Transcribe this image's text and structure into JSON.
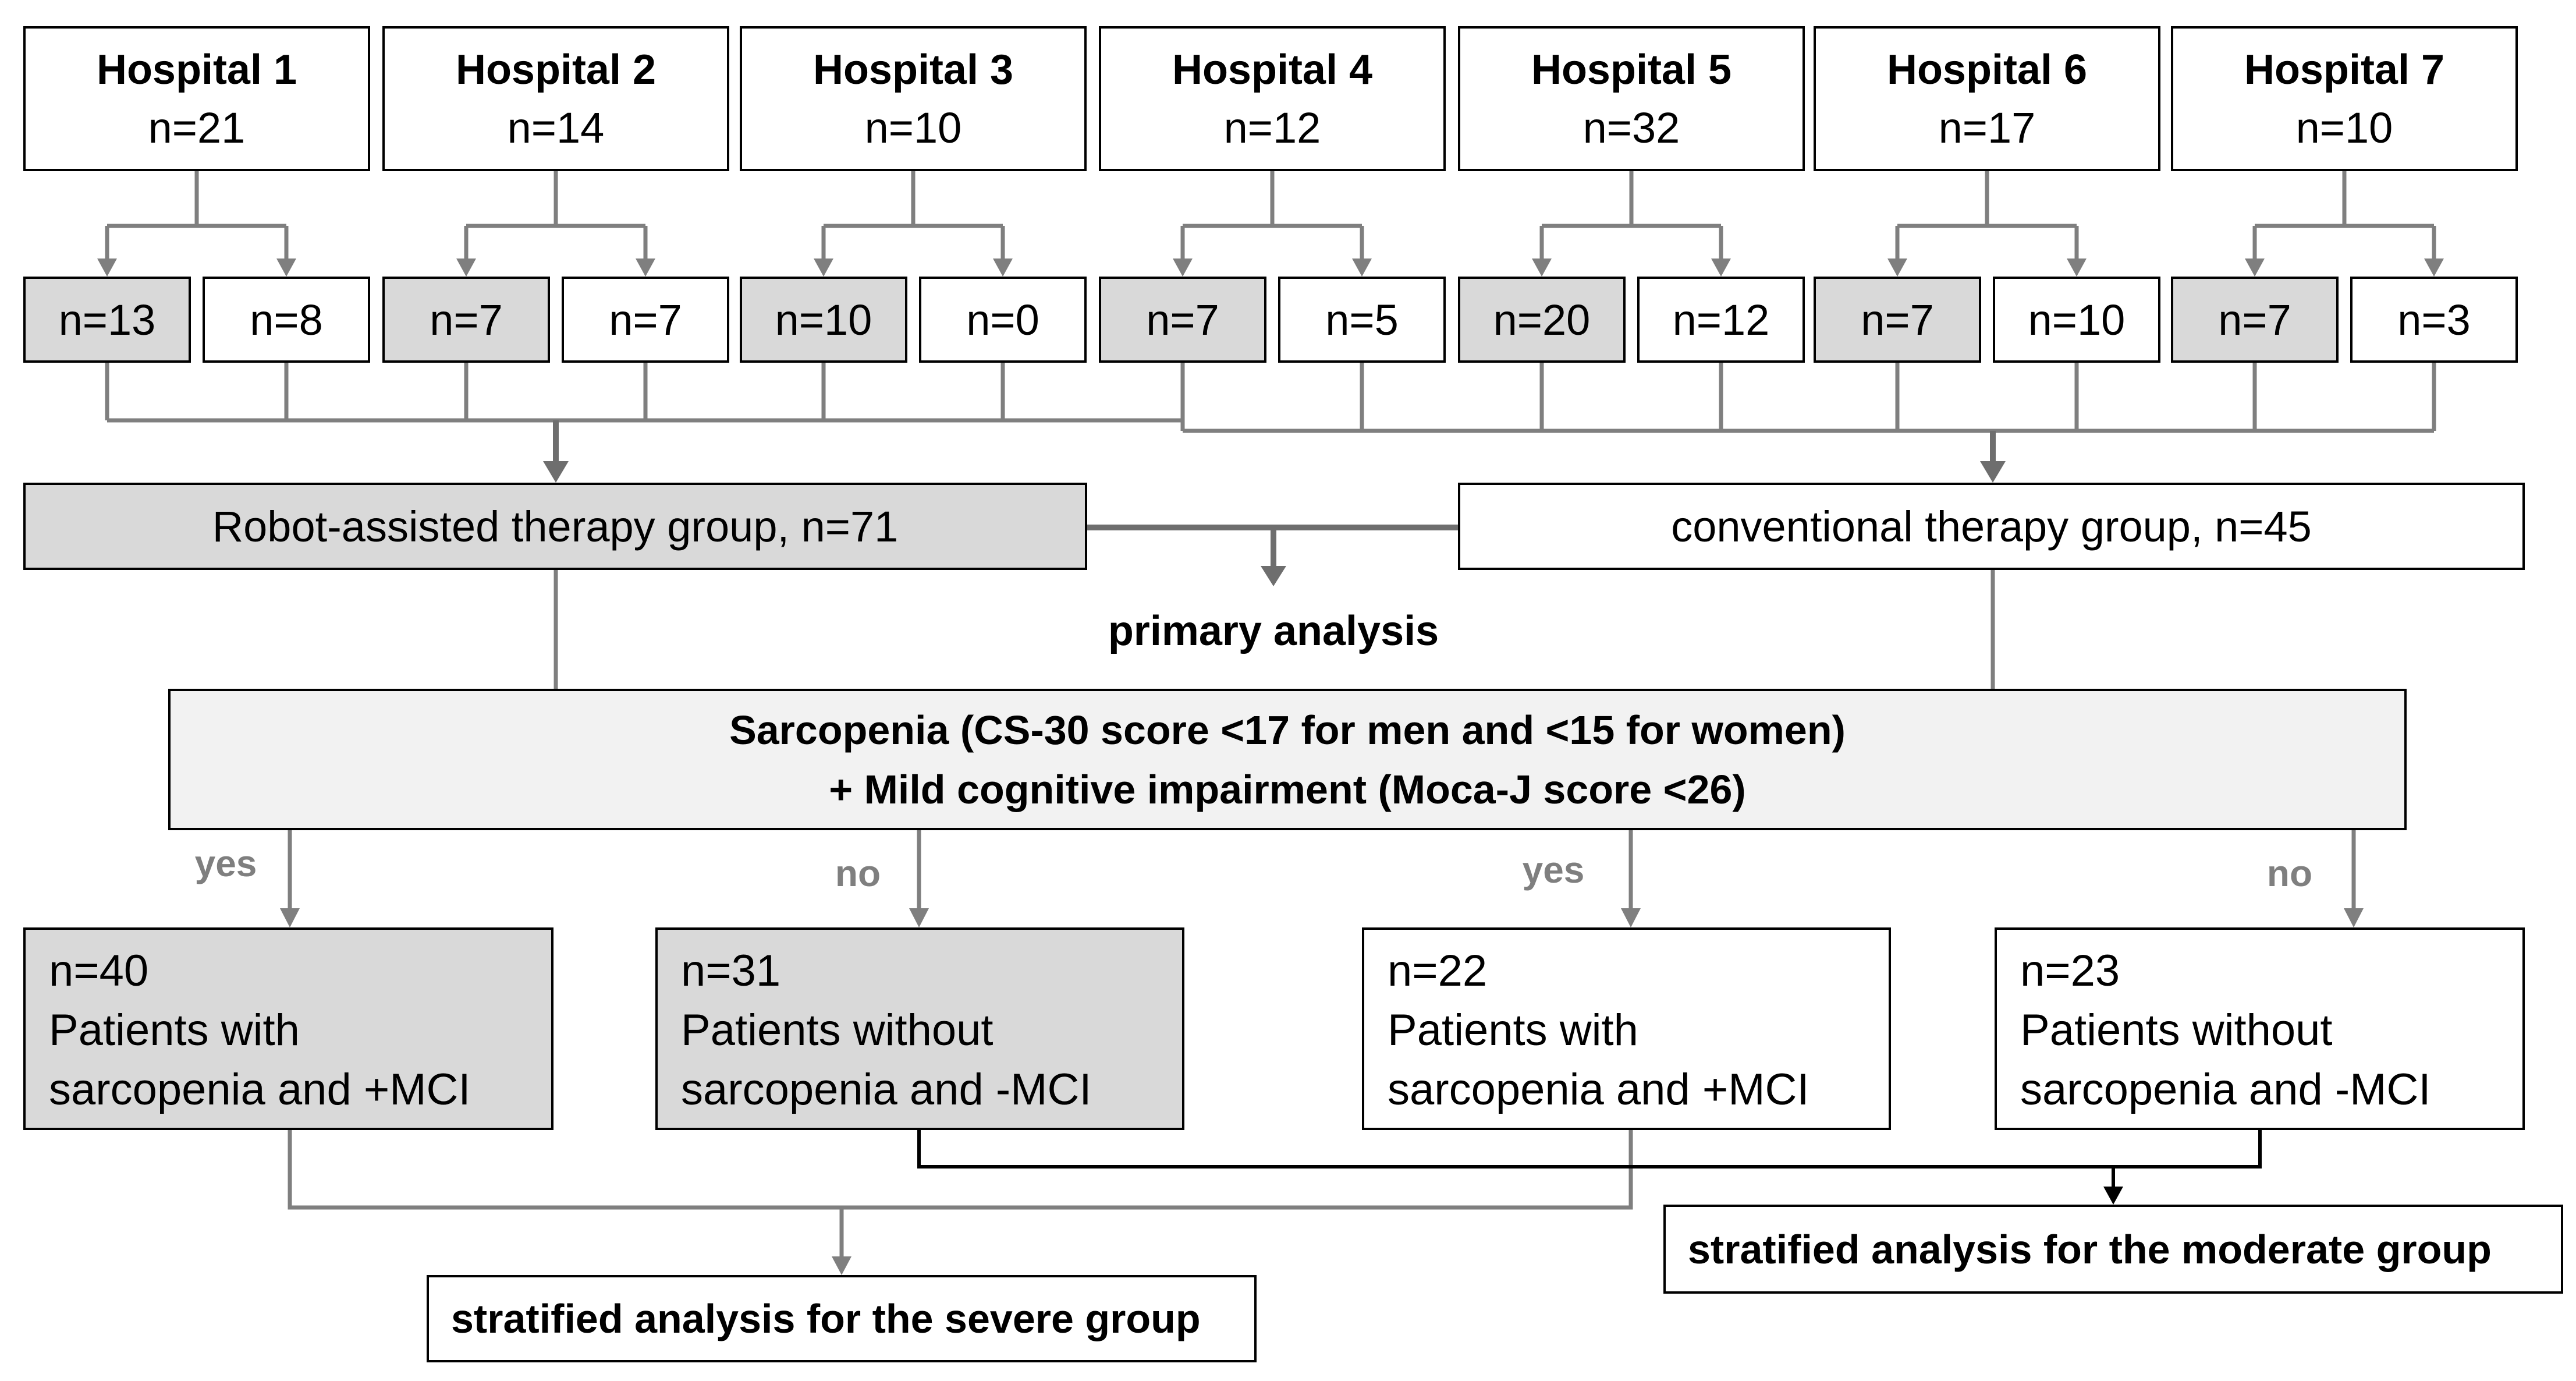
{
  "hospitals": [
    {
      "name": "Hospital 1",
      "n": "n=21",
      "robot_n": "n=13",
      "conventional_n": "n=8"
    },
    {
      "name": "Hospital 2",
      "n": "n=14",
      "robot_n": "n=7",
      "conventional_n": "n=7"
    },
    {
      "name": "Hospital 3",
      "n": "n=10",
      "robot_n": "n=10",
      "conventional_n": "n=0"
    },
    {
      "name": "Hospital 4",
      "n": "n=12",
      "robot_n": "n=7",
      "conventional_n": "n=5"
    },
    {
      "name": "Hospital 5",
      "n": "n=32",
      "robot_n": "n=20",
      "conventional_n": "n=12"
    },
    {
      "name": "Hospital 6",
      "n": "n=17",
      "robot_n": "n=7",
      "conventional_n": "n=10"
    },
    {
      "name": "Hospital 7",
      "n": "n=10",
      "robot_n": "n=7",
      "conventional_n": "n=3"
    }
  ],
  "groups": {
    "robot": "Robot-assisted therapy group, n=71",
    "conventional": "conventional therapy group, n=45"
  },
  "primary_analysis": "primary analysis",
  "criteria": {
    "line1": "Sarcopenia (CS-30 score <17 for men and <15 for women)",
    "line2": "+ Mild cognitive impairment (Moca-J score <26)"
  },
  "branch_labels": [
    "yes",
    "no",
    "yes",
    "no"
  ],
  "outcomes": [
    {
      "n": "n=40",
      "line1": "Patients with",
      "line2": "sarcopenia and +MCI"
    },
    {
      "n": "n=31",
      "line1": "Patients without",
      "line2": "sarcopenia and -MCI"
    },
    {
      "n": "n=22",
      "line1": "Patients with",
      "line2": "sarcopenia and +MCI"
    },
    {
      "n": "n=23",
      "line1": "Patients without",
      "line2": "sarcopenia and -MCI"
    }
  ],
  "analyses": {
    "severe": "stratified analysis for the severe group",
    "moderate": "stratified analysis for the moderate group"
  },
  "colors": {
    "gray_fill": "#d9d9d9",
    "light_fill": "#f2f2f2",
    "connector": "#7f7f7f",
    "connector_dark": "#6e6e6e",
    "label": "#7f7f7f",
    "border": "#000000"
  }
}
